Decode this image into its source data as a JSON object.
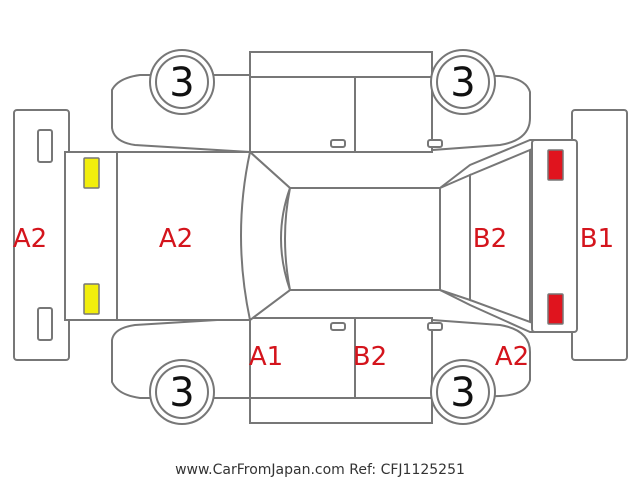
{
  "colors": {
    "line": "#777777",
    "damage_text": "#d4141c",
    "front_lights": "#f2ee0c",
    "rear_lights": "#e0141e"
  },
  "wheels": {
    "front_left": "3",
    "rear_left": "3",
    "front_right": "3",
    "rear_right": "3"
  },
  "damage_marks": {
    "front_bumper": "A2",
    "hood": "A2",
    "roof_rear": "B2",
    "rear_bumper": "B1",
    "front_left_fender": "A1",
    "rear_left_door": "B2",
    "rear_left_quarter": "A2"
  },
  "footer": {
    "caption": "www.CarFromJapan.com Ref: CFJ1125251"
  }
}
